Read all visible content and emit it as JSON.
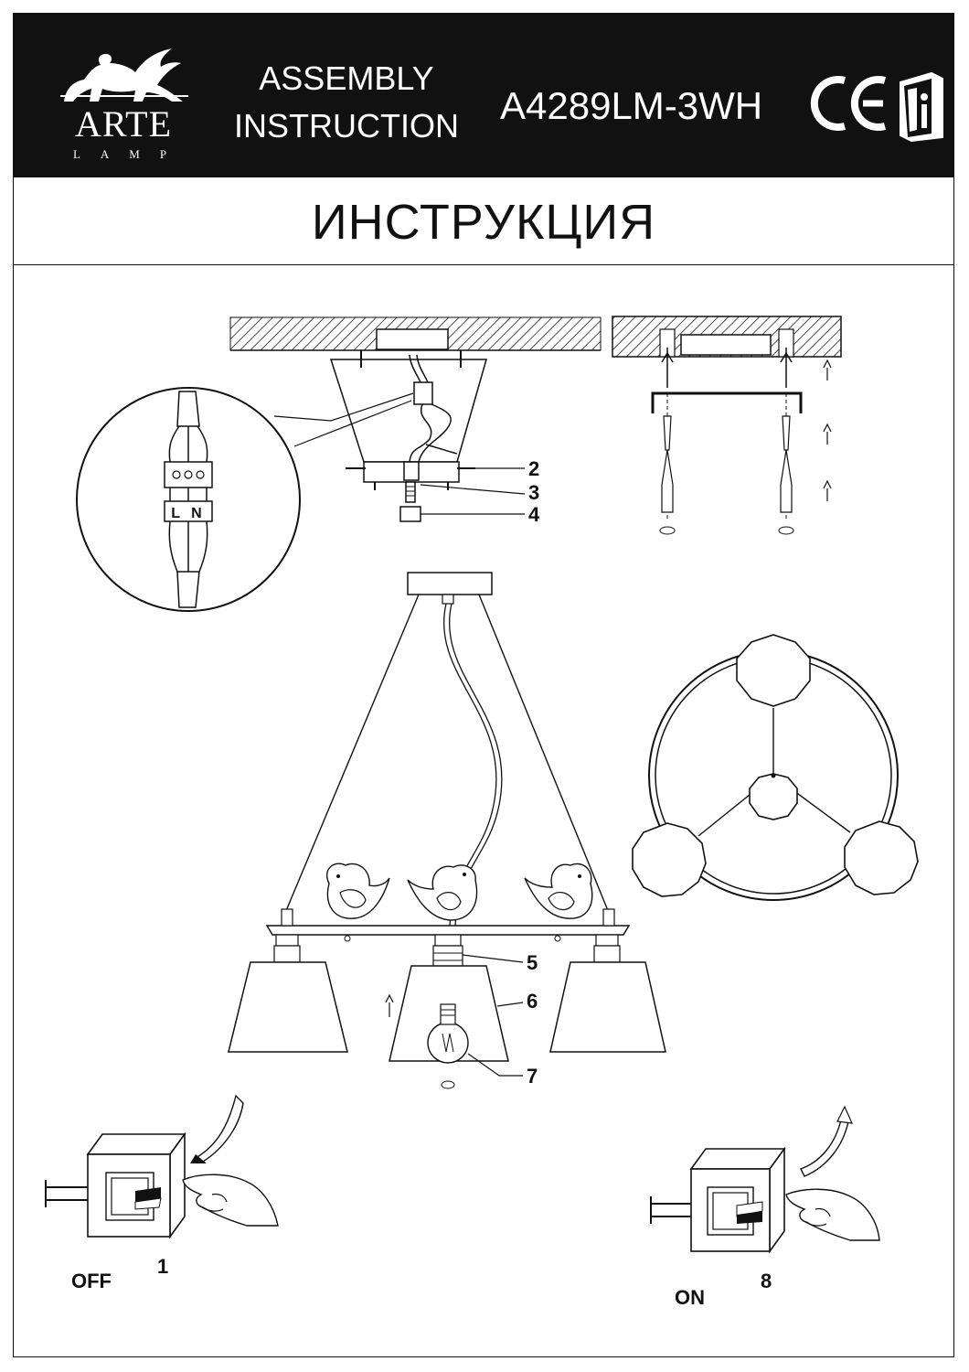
{
  "header": {
    "brand": "ARTE",
    "brand_sub": "LAMP",
    "assembly_line1": "ASSEMBLY",
    "assembly_line2": "INSTRUCTION",
    "model": "A4289LM-3WH",
    "ce_mark": "CE"
  },
  "subtitle": "ИНСТРУКЦИЯ",
  "callouts": {
    "c2": "2",
    "c3": "3",
    "c4": "4",
    "c5": "5",
    "c6": "6",
    "c7": "7"
  },
  "terminal_label": "L N",
  "switch_off": {
    "state": "OFF",
    "step": "1"
  },
  "switch_on": {
    "state": "ON",
    "step": "8"
  },
  "icons": [
    "griffin-logo-icon",
    "ce-mark-icon",
    "manual-info-icon",
    "up-arrow-icon",
    "hand-icon",
    "switch-icon"
  ]
}
